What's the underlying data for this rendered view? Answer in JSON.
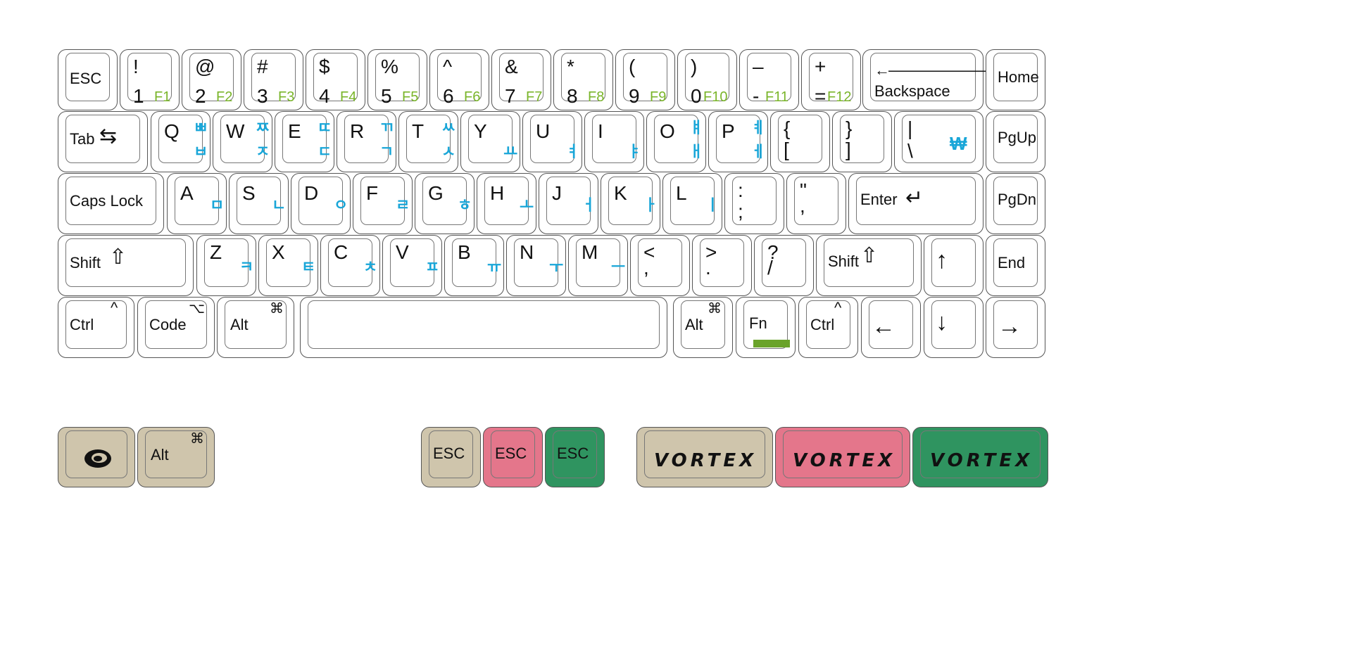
{
  "colors": {
    "korean": "#19a6d8",
    "function": "#7ab52a",
    "fn_bar": "#6aa32a",
    "tan": "#cfc5ac",
    "pink": "#e4768b",
    "green": "#2f9460"
  },
  "row1": {
    "esc": "ESC",
    "keys": [
      {
        "shift": "!",
        "base": "1",
        "fn": "F1"
      },
      {
        "shift": "@",
        "base": "2",
        "fn": "F2"
      },
      {
        "shift": "#",
        "base": "3",
        "fn": "F3"
      },
      {
        "shift": "$",
        "base": "4",
        "fn": "F4"
      },
      {
        "shift": "%",
        "base": "5",
        "fn": "F5"
      },
      {
        "shift": "^",
        "base": "6",
        "fn": "F6"
      },
      {
        "shift": "&",
        "base": "7",
        "fn": "F7"
      },
      {
        "shift": "*",
        "base": "8",
        "fn": "F8"
      },
      {
        "shift": "(",
        "base": "9",
        "fn": "F9"
      },
      {
        "shift": ")",
        "base": "0",
        "fn": "F10"
      },
      {
        "shift": "–",
        "base": "-",
        "fn": "F11"
      },
      {
        "shift": "+",
        "base": "=",
        "fn": "F12"
      }
    ],
    "backspace": "Backspace",
    "home": "Home"
  },
  "row2": {
    "tab": "Tab",
    "keys": [
      {
        "letter": "Q",
        "kr_shift": "ㅃ",
        "kr": "ㅂ"
      },
      {
        "letter": "W",
        "kr_shift": "ㅉ",
        "kr": "ㅈ"
      },
      {
        "letter": "E",
        "kr_shift": "ㄸ",
        "kr": "ㄷ"
      },
      {
        "letter": "R",
        "kr_shift": "ㄲ",
        "kr": "ㄱ"
      },
      {
        "letter": "T",
        "kr_shift": "ㅆ",
        "kr": "ㅅ"
      },
      {
        "letter": "Y",
        "kr_shift": "",
        "kr": "ㅛ"
      },
      {
        "letter": "U",
        "kr_shift": "",
        "kr": "ㅕ"
      },
      {
        "letter": "I",
        "kr_shift": "",
        "kr": "ㅑ"
      },
      {
        "letter": "O",
        "kr_shift": "ㅒ",
        "kr": "ㅐ"
      },
      {
        "letter": "P",
        "kr_shift": "ㅖ",
        "kr": "ㅔ"
      }
    ],
    "lbrace": {
      "shift": "{",
      "base": "["
    },
    "rbrace": {
      "shift": "}",
      "base": "]"
    },
    "pipe": {
      "shift": "|",
      "base": "\\",
      "kr": "₩"
    },
    "pgup": "PgUp"
  },
  "row3": {
    "caps": "Caps Lock",
    "keys": [
      {
        "letter": "A",
        "kr": "ㅁ"
      },
      {
        "letter": "S",
        "kr": "ㄴ"
      },
      {
        "letter": "D",
        "kr": "ㅇ"
      },
      {
        "letter": "F",
        "kr": "ㄹ"
      },
      {
        "letter": "G",
        "kr": "ㅎ"
      },
      {
        "letter": "H",
        "kr": "ㅗ"
      },
      {
        "letter": "J",
        "kr": "ㅓ"
      },
      {
        "letter": "K",
        "kr": "ㅏ"
      },
      {
        "letter": "L",
        "kr": "ㅣ"
      }
    ],
    "semicolon": {
      "shift": ":",
      "base": ";"
    },
    "quote": {
      "shift": "\"",
      "base": ","
    },
    "enter": "Enter",
    "pgdn": "PgDn"
  },
  "row4": {
    "shift": "Shift",
    "keys": [
      {
        "letter": "Z",
        "kr": "ㅋ"
      },
      {
        "letter": "X",
        "kr": "ㅌ"
      },
      {
        "letter": "C",
        "kr": "ㅊ"
      },
      {
        "letter": "V",
        "kr": "ㅍ"
      },
      {
        "letter": "B",
        "kr": "ㅠ"
      },
      {
        "letter": "N",
        "kr": "ㅜ"
      },
      {
        "letter": "M",
        "kr": "ㅡ"
      }
    ],
    "comma": {
      "shift": "<",
      "base": ","
    },
    "period": {
      "shift": ">",
      "base": "."
    },
    "slash": {
      "shift": "?",
      "base": "/"
    },
    "rshift": "Shift",
    "end": "End"
  },
  "row5": {
    "ctrl": "Ctrl",
    "code": "Code",
    "alt": "Alt",
    "ralt": "Alt",
    "fn": "Fn",
    "rctrl": "Ctrl"
  },
  "extras": {
    "alt": "Alt",
    "esc_tan": "ESC",
    "esc_pink": "ESC",
    "esc_green": "ESC",
    "brand": "VORTEX"
  }
}
